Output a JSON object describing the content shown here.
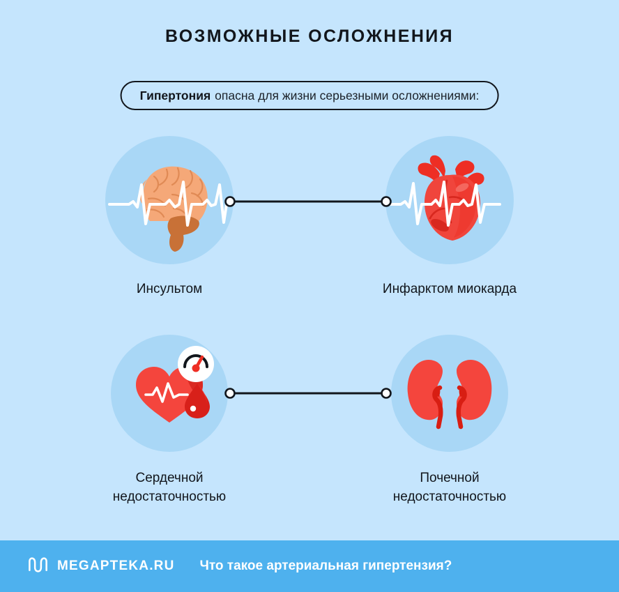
{
  "page": {
    "title": "ВОЗМОЖНЫЕ ОСЛОЖНЕНИЯ",
    "background_color": "#C5E5FD"
  },
  "subtitle": {
    "strong": "Гипертония",
    "rest": "опасна для жизни серьезными осложнениями:",
    "border_color": "#12161C"
  },
  "items": [
    {
      "id": "stroke",
      "icon": "brain-ecg-icon",
      "label": "Инсультом",
      "label_line2": "",
      "disc_color": "#A9D7F6",
      "accent_color": "#F5A878"
    },
    {
      "id": "myocardial-infarction",
      "icon": "heart-anatomy-ecg-icon",
      "label": "Инфарктом миокарда",
      "label_line2": "",
      "disc_color": "#A9D7F6",
      "accent_color": "#EE2E24"
    },
    {
      "id": "heart-failure",
      "icon": "heart-pressure-gauge-blooddrop-icon",
      "label": "Сердечной",
      "label_line2": "недостаточностью",
      "disc_color": "#A9D7F6",
      "accent_color": "#F4453D"
    },
    {
      "id": "kidney-failure",
      "icon": "kidneys-icon",
      "label": "Почечной",
      "label_line2": "недостаточностью",
      "disc_color": "#A9D7F6",
      "accent_color": "#F4453D"
    }
  ],
  "connectors": {
    "line_color": "#12161C",
    "node_fill": "#FFFFFF"
  },
  "footer": {
    "background_color": "#4EB1EE",
    "logo_icon": "megapteka-m-logo-icon",
    "brand": "MEGAPTEKA.RU",
    "caption": "Что такое артериальная гипертензия?",
    "text_color": "#FFFFFF"
  }
}
